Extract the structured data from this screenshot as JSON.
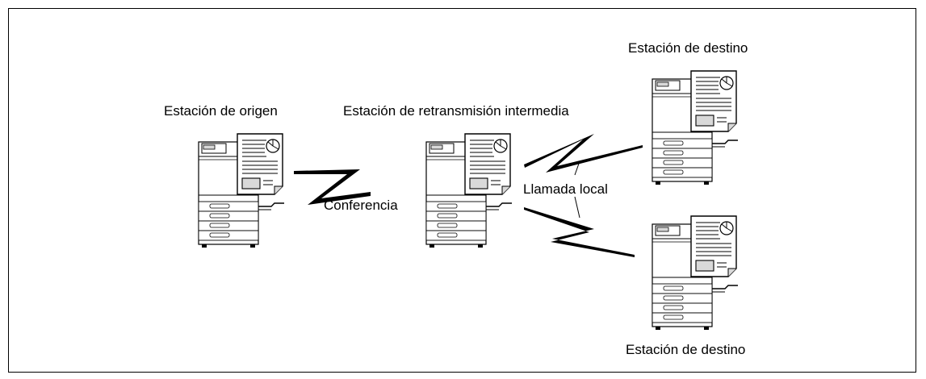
{
  "labels": {
    "origin": "Estación de origen",
    "relay": "Estación de retransmisión intermedia",
    "destination_top": "Estación de destino",
    "destination_bottom": "Estación de destino",
    "conference": "Conferencia",
    "local_call": "Llamada local"
  },
  "colors": {
    "ink": "#000000",
    "paper": "#ffffff",
    "shade": "#d9d9d9"
  },
  "icons": [
    "fax-machine-icon",
    "document-icon",
    "lightning-link-icon"
  ]
}
